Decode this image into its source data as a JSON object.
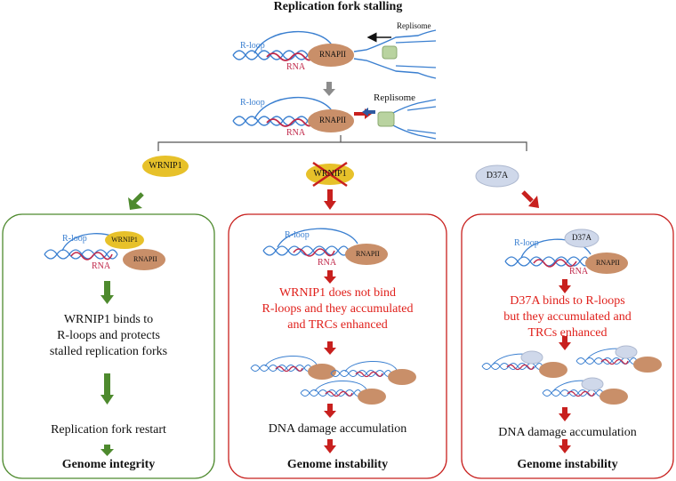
{
  "title": "Replication fork stalling",
  "labels": {
    "r_loop": "R-loop",
    "rna": "RNA",
    "rnapii": "RNAPII",
    "replisome": "Replisome",
    "wrnip1": "WRNIP1",
    "d37a": "D37A"
  },
  "branches": {
    "left": {
      "protein": "WRNIP1",
      "line1": "WRNIP1 binds to",
      "line2": "R-loops and protects",
      "line3": "stalled replication forks",
      "step2": "Replication fork restart",
      "outcome": "Genome integrity",
      "color": "#4e8a2e"
    },
    "middle": {
      "protein": "WRNIP1",
      "line1": "WRNIP1 does not bind",
      "line2": "R-loops and they accumulated",
      "line3": "and TRCs enhanced",
      "step2": "DNA damage accumulation",
      "outcome": "Genome instability",
      "color": "#c8201e"
    },
    "right": {
      "protein": "D37A",
      "line1": "D37A binds to R-loops",
      "line2": "but they accumulated and",
      "line3": "TRCs enhanced",
      "step2": "DNA damage accumulation",
      "outcome": "Genome instability",
      "color": "#c8201e"
    }
  },
  "colors": {
    "dna_blue": "#3a7fd0",
    "rna_red": "#c0284a",
    "rnapii_fill": "#c98f69",
    "wrnip1_fill": "#e7c12a",
    "d37a_fill": "#cfd8ea",
    "replisome_fill": "#b9d3a0",
    "arrow_green": "#4e8a2e",
    "arrow_red": "#c8201e",
    "arrow_gray": "#8c8c8c",
    "arrow_blue": "#2f5aa0"
  }
}
